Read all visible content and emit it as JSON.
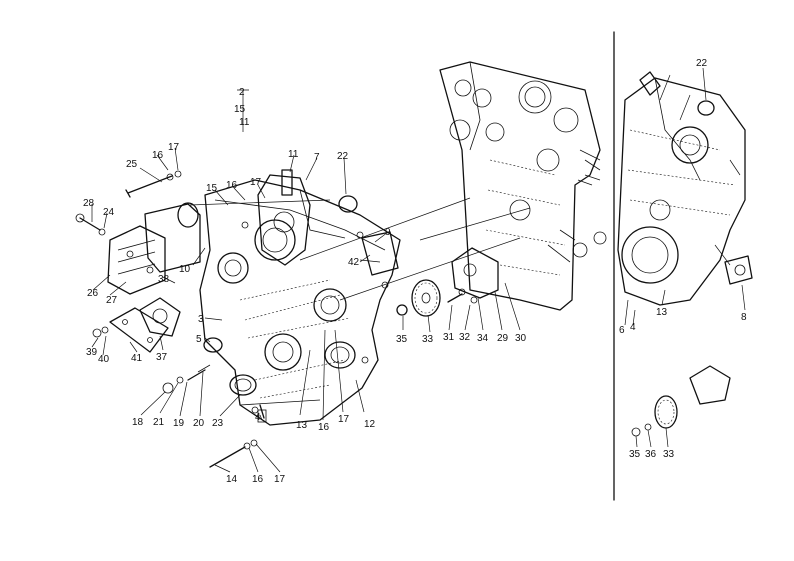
{
  "diagram": {
    "main_view_labels": [
      {
        "key": "p2",
        "text": "2"
      },
      {
        "key": "p15a",
        "text": "15"
      },
      {
        "key": "p11a",
        "text": "11"
      },
      {
        "key": "p11b",
        "text": "11"
      },
      {
        "key": "p7",
        "text": "7"
      },
      {
        "key": "p22a",
        "text": "22"
      },
      {
        "key": "p25",
        "text": "25"
      },
      {
        "key": "p16a",
        "text": "16"
      },
      {
        "key": "p17a",
        "text": "17"
      },
      {
        "key": "p15b",
        "text": "15"
      },
      {
        "key": "p16b",
        "text": "16"
      },
      {
        "key": "p17b",
        "text": "17"
      },
      {
        "key": "p28",
        "text": "28"
      },
      {
        "key": "p24",
        "text": "24"
      },
      {
        "key": "p10",
        "text": "10"
      },
      {
        "key": "p9",
        "text": "9"
      },
      {
        "key": "p42",
        "text": "42"
      },
      {
        "key": "p26",
        "text": "26"
      },
      {
        "key": "p27",
        "text": "27"
      },
      {
        "key": "p38",
        "text": "38"
      },
      {
        "key": "p3",
        "text": "3"
      },
      {
        "key": "p5",
        "text": "5"
      },
      {
        "key": "p39",
        "text": "39"
      },
      {
        "key": "p40",
        "text": "40"
      },
      {
        "key": "p41",
        "text": "41"
      },
      {
        "key": "p37",
        "text": "37"
      },
      {
        "key": "p35a",
        "text": "35"
      },
      {
        "key": "p33a",
        "text": "33"
      },
      {
        "key": "p31",
        "text": "31"
      },
      {
        "key": "p32",
        "text": "32"
      },
      {
        "key": "p34",
        "text": "34"
      },
      {
        "key": "p29",
        "text": "29"
      },
      {
        "key": "p30",
        "text": "30"
      },
      {
        "key": "p18",
        "text": "18"
      },
      {
        "key": "p21",
        "text": "21"
      },
      {
        "key": "p19",
        "text": "19"
      },
      {
        "key": "p20",
        "text": "20"
      },
      {
        "key": "p23",
        "text": "23"
      },
      {
        "key": "p4a",
        "text": "4"
      },
      {
        "key": "p13a",
        "text": "13"
      },
      {
        "key": "p16c",
        "text": "16"
      },
      {
        "key": "p17c",
        "text": "17"
      },
      {
        "key": "p12",
        "text": "12"
      },
      {
        "key": "p14",
        "text": "14"
      },
      {
        "key": "p16d",
        "text": "16"
      },
      {
        "key": "p17d",
        "text": "17"
      }
    ],
    "inset_view_labels": [
      {
        "key": "i22",
        "text": "22"
      },
      {
        "key": "i6a",
        "text": "6"
      },
      {
        "key": "i4",
        "text": "4"
      },
      {
        "key": "i13",
        "text": "13"
      },
      {
        "key": "i8",
        "text": "8"
      },
      {
        "key": "i35",
        "text": "35"
      },
      {
        "key": "i36",
        "text": "36"
      },
      {
        "key": "i33",
        "text": "33"
      }
    ]
  }
}
